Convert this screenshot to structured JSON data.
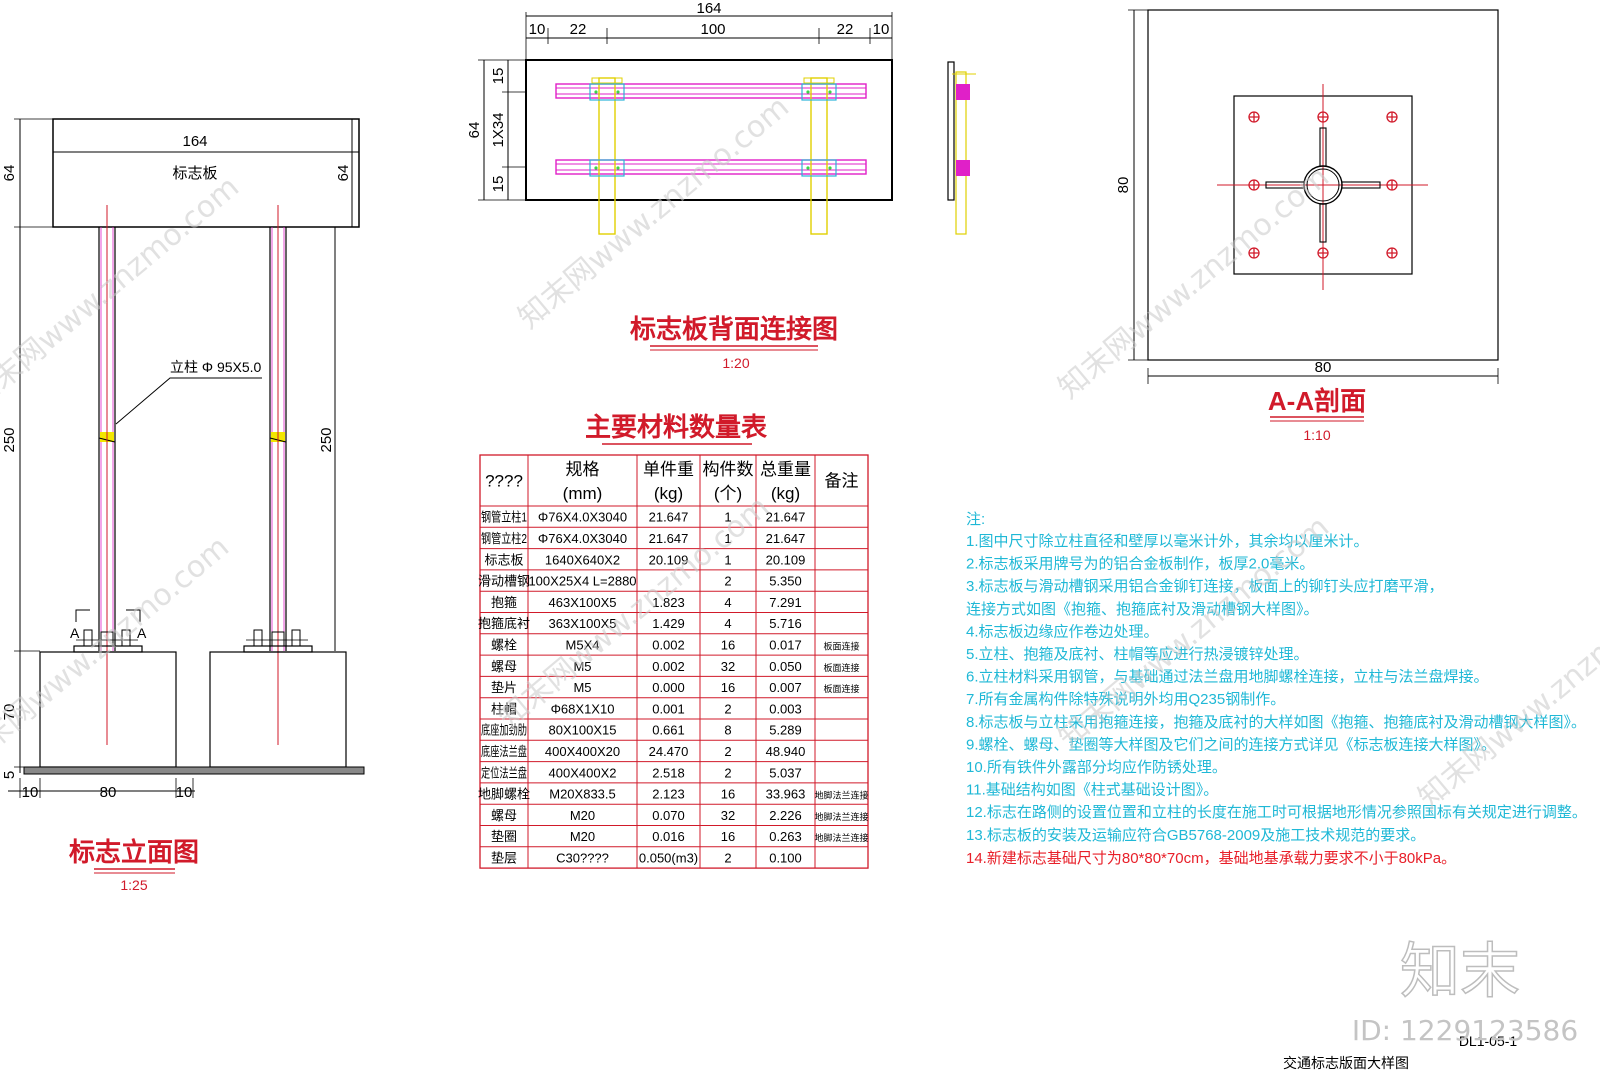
{
  "elevation": {
    "title": "标志立面图",
    "scale": "1:25",
    "sign_label": "标志板",
    "post_label": "立柱 Φ 95X5.0",
    "dims": {
      "width": "164",
      "height": "64",
      "height_r": "64",
      "post": "250",
      "post_r": "250",
      "found": "70",
      "pad": "5",
      "b10a": "10",
      "b80": "80",
      "b10b": "10",
      "sec_a1": "A",
      "sec_a2": "A"
    }
  },
  "back": {
    "title": "标志板背面连接图",
    "scale": "1:20",
    "dims": {
      "total": "164",
      "d10a": "10",
      "d22a": "22",
      "d100": "100",
      "d22b": "22",
      "d10b": "10",
      "h64": "64",
      "h15a": "15",
      "h1x34": "1X34",
      "h15b": "15"
    }
  },
  "section": {
    "title": "A-A剖面",
    "scale": "1:10",
    "dims": {
      "w": "80",
      "h": "80"
    }
  },
  "table": {
    "title": "主要材料数量表",
    "headers": [
      "????",
      "规格\n(mm)",
      "单件重\n(kg)",
      "构件数\n(个)",
      "总重量\n(kg)",
      "备注"
    ],
    "rows": [
      [
        "钢管立柱1",
        "Φ76X4.0X3040",
        "21.647",
        "1",
        "21.647",
        ""
      ],
      [
        "钢管立柱2",
        "Φ76X4.0X3040",
        "21.647",
        "1",
        "21.647",
        ""
      ],
      [
        "标志板",
        "1640X640X2",
        "20.109",
        "1",
        "20.109",
        ""
      ],
      [
        "滑动槽钢",
        "100X25X4 L=2880",
        "",
        "2",
        "5.350",
        ""
      ],
      [
        "抱箍",
        "463X100X5",
        "1.823",
        "4",
        "7.291",
        ""
      ],
      [
        "抱箍底衬",
        "363X100X5",
        "1.429",
        "4",
        "5.716",
        ""
      ],
      [
        "螺栓",
        "M5X4",
        "0.002",
        "16",
        "0.017",
        "板面连接"
      ],
      [
        "螺母",
        "M5",
        "0.002",
        "32",
        "0.050",
        "板面连接"
      ],
      [
        "垫片",
        "M5",
        "0.000",
        "16",
        "0.007",
        "板面连接"
      ],
      [
        "柱帽",
        "Φ68X1X10",
        "0.001",
        "2",
        "0.003",
        ""
      ],
      [
        "底座加劲肋",
        "80X100X15",
        "0.661",
        "8",
        "5.289",
        ""
      ],
      [
        "底座法兰盘",
        "400X400X20",
        "24.470",
        "2",
        "48.940",
        ""
      ],
      [
        "定位法兰盘",
        "400X400X2",
        "2.518",
        "2",
        "5.037",
        ""
      ],
      [
        "地脚螺栓",
        "M20X833.5",
        "2.123",
        "16",
        "33.963",
        "地脚法兰连接"
      ],
      [
        "螺母",
        "M20",
        "0.070",
        "32",
        "2.226",
        "地脚法兰连接"
      ],
      [
        "垫圈",
        "M20",
        "0.016",
        "16",
        "0.263",
        "地脚法兰连接"
      ],
      [
        "垫层",
        "C30????",
        "0.050(m3)",
        "2",
        "0.100",
        ""
      ]
    ]
  },
  "notes": {
    "heading": "注:",
    "items": [
      "1.图中尺寸除立柱直径和壁厚以毫米计外，其余均以厘米计。",
      "2.标志板采用牌号为的铝合金板制作，板厚2.0毫米。",
      "3.标志板与滑动槽钢采用铝合金铆钉连接，板面上的铆钉头应打磨平滑，",
      "   连接方式如图《抱箍、抱箍底衬及滑动槽钢大样图》。",
      "4.标志板边缘应作卷边处理。",
      "5.立柱、抱箍及底衬、柱帽等应进行热浸镀锌处理。",
      "6.立柱材料采用钢管，与基础通过法兰盘用地脚螺栓连接，立柱与法兰盘焊接。",
      "7.所有金属构件除特殊说明外均用Q235钢制作。",
      "8.标志板与立柱采用抱箍连接，抱箍及底衬的大样如图《抱箍、抱箍底衬及滑动槽钢大样图》。",
      "9.螺栓、螺母、垫圈等大样图及它们之间的连接方式详见《标志板连接大样图》。",
      "10.所有铁件外露部分均应作防锈处理。",
      "11.基础结构如图《柱式基础设计图》。",
      "12.标志在路侧的设置位置和立柱的长度在施工时可根据地形情况参照国标有关规定进行调整。",
      "13.标志板的安装及运输应符合GB5768-2009及施工技术规范的要求。"
    ],
    "red_item": "14.新建标志基础尺寸为80*80*70cm，基础地基承载力要求不小于80kPa。"
  },
  "footer": {
    "drawing_no": "DL1-05-1",
    "sheet_title": "交通标志版面大样图",
    "brand": "知末",
    "id": "ID: 1229123586",
    "watermark": "知末网www.znzmo.com"
  },
  "colors": {
    "red": "#d11a2a",
    "cyan": "#1fb8d6",
    "magenta": "#e020c8",
    "yellow": "#f2e600",
    "green": "#3bd44a"
  }
}
